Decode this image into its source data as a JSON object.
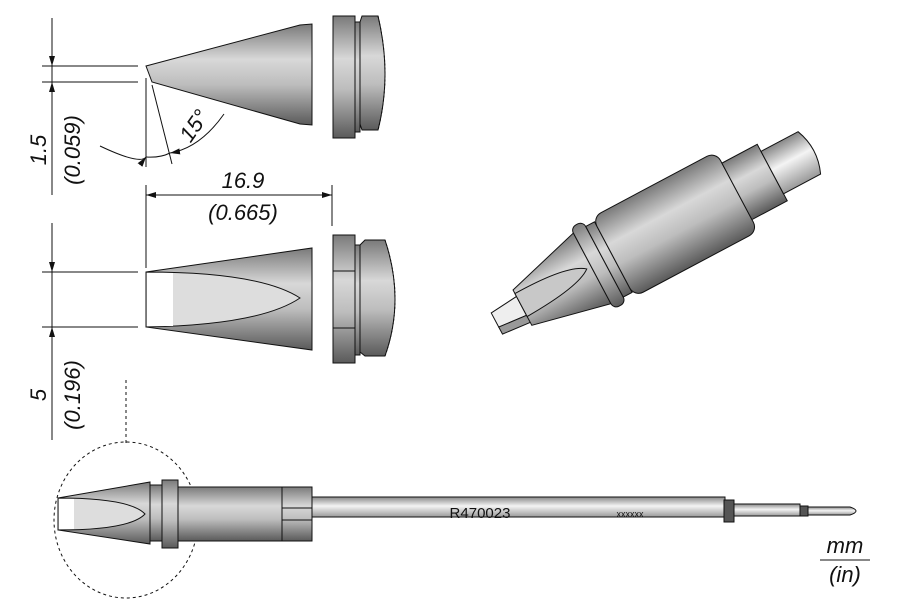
{
  "drawing": {
    "dimensions": {
      "thickness_mm": "1.5",
      "thickness_in": "(0.059)",
      "angle": "15°",
      "length_mm": "16.9",
      "length_in": "(0.665)",
      "width_mm": "5",
      "width_in": "(0.196)"
    },
    "part_number": "R470023",
    "serial_placeholder": "xxxxxx",
    "units": {
      "primary": "mm",
      "secondary": "(in)"
    }
  }
}
